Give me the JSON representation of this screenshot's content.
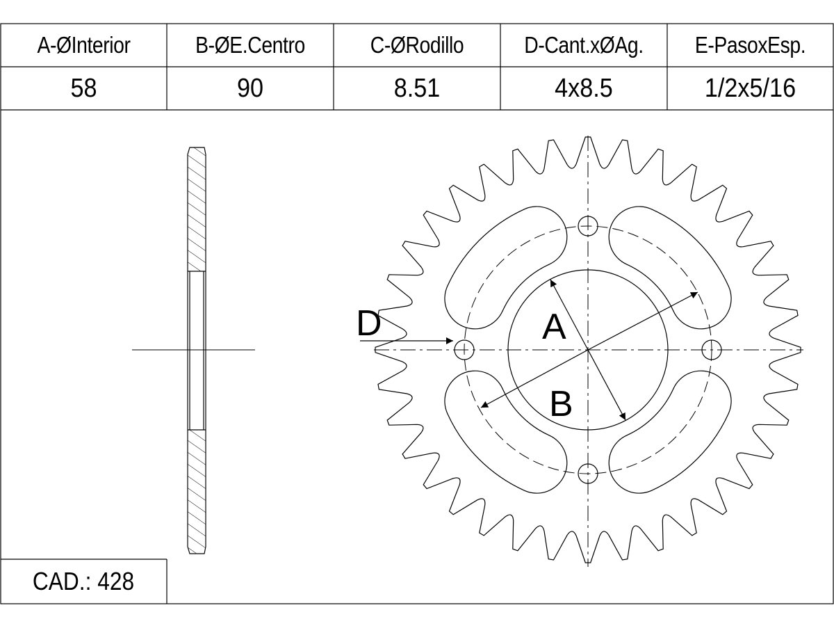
{
  "table": {
    "headers": [
      "A-ØInterior",
      "B-ØE.Centro",
      "C-ØRodillo",
      "D-Cant.xØAg.",
      "E-PasoxEsp."
    ],
    "values": [
      "58",
      "90",
      "8.51",
      "4x8.5",
      "1/2x5/16"
    ]
  },
  "footer": {
    "cad_label": "CAD.: 428"
  },
  "drawing": {
    "label_a": "A",
    "label_b": "B",
    "label_d": "D",
    "teeth": 36,
    "bolt_holes": 4,
    "line_color": "#000000",
    "background": "#ffffff"
  }
}
